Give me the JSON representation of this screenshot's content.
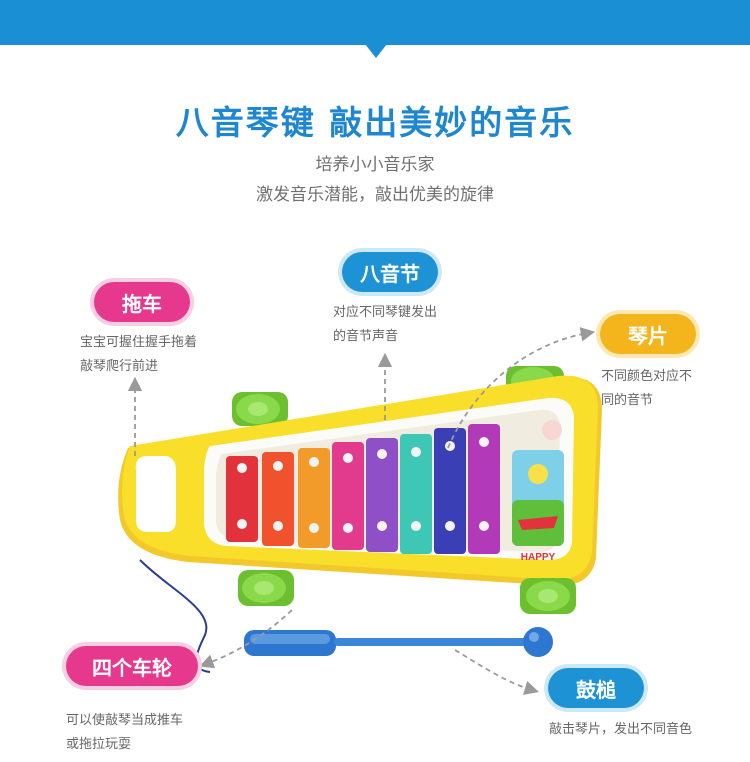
{
  "header": {
    "title": "八音琴键  敲出美妙的音乐",
    "subtitle_line1": "培养小小音乐家",
    "subtitle_line2": "激发音乐潜能，敲出优美的旋律"
  },
  "features": {
    "tuoche": {
      "label": "拖车",
      "desc_line1": "宝宝可握住握手拖着",
      "desc_line2": "敲琴爬行前进"
    },
    "bayinjie": {
      "label": "八音节",
      "desc_line1": "对应不同琴键发出",
      "desc_line2": "的音节声音"
    },
    "qinpian": {
      "label": "琴片",
      "desc_line1": "不同颜色对应不",
      "desc_line2": "同的音节"
    },
    "sigechelun": {
      "label": "四个车轮",
      "desc_line1": "可以使敲琴当成推车",
      "desc_line2": "或拖拉玩耍"
    },
    "gubang": {
      "label": "鼓槌",
      "desc_line1": "敲击琴片，发出不同音色"
    }
  },
  "toy": {
    "sticker_text": "HAPPY",
    "key_colors": [
      "#e2323c",
      "#f0522e",
      "#f39b2a",
      "#e23a8c",
      "#8e4fc7",
      "#3fc7b5",
      "#3b3fb5",
      "#b23ab8"
    ],
    "body_color": "#f9de2a",
    "wheel_color": "#7ccf3a",
    "mallet_color": "#2e77d0"
  },
  "colors": {
    "brand_blue": "#1b8fd3",
    "pink": "#e6388c",
    "yellow": "#f4b51c"
  }
}
